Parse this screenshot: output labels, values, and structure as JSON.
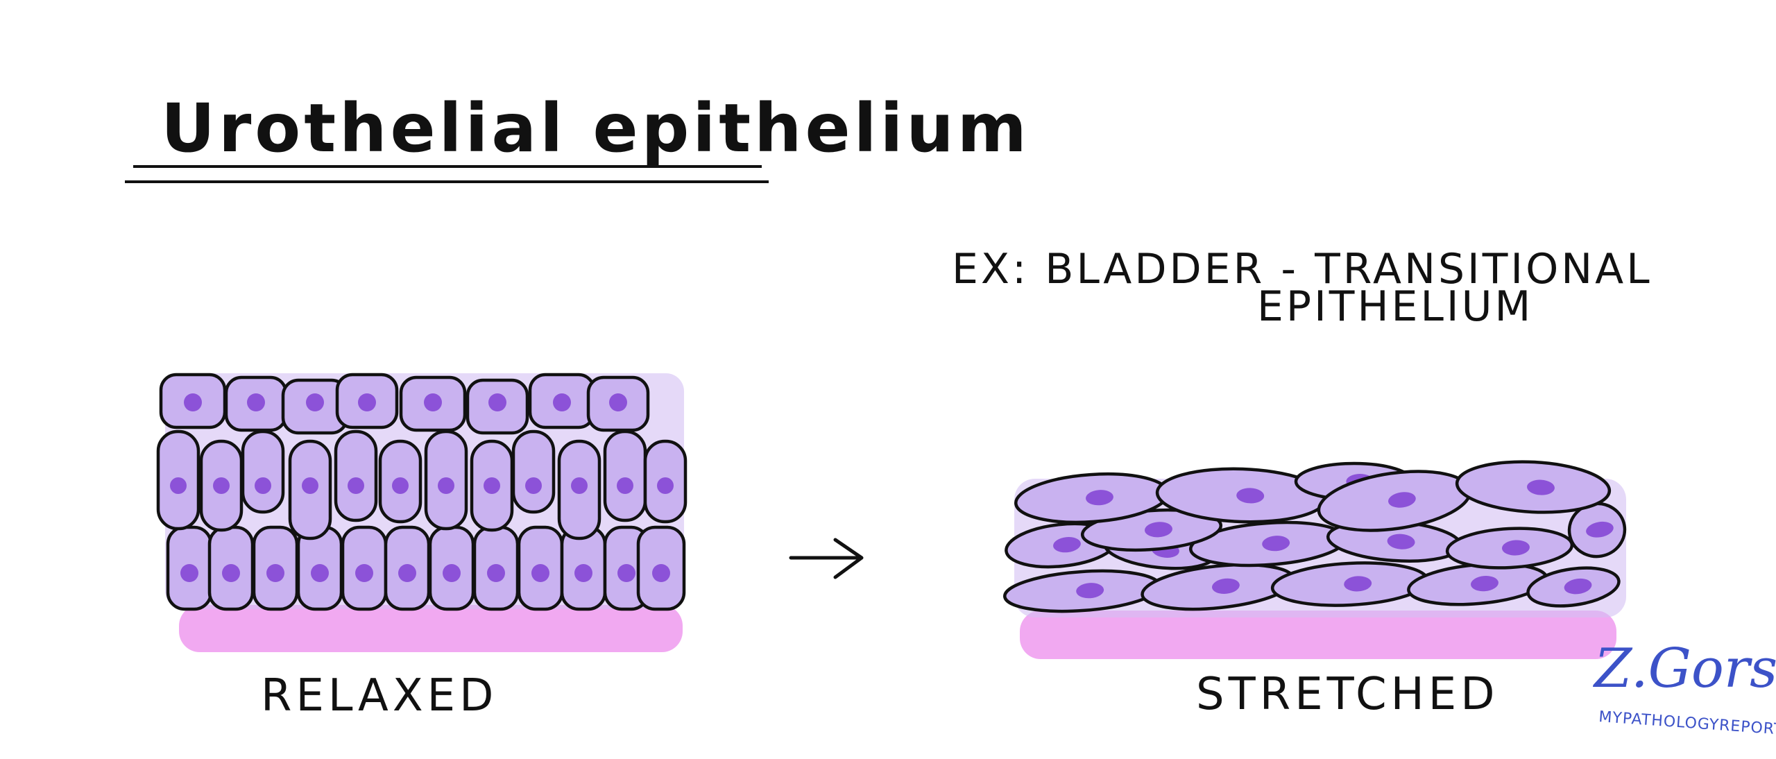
{
  "title": "Urothelial epithelium",
  "example_line1": "EX: BLADDER - TRANSITIONAL",
  "example_line2": "EPITHELIUM",
  "label_relaxed": "RELAXED",
  "label_stretched": "STRETCHED",
  "signature": "Z.Gorski",
  "website": "MYPATHOLOGYREPORT.CA",
  "colors": {
    "cell_fill": "#c9b2f0",
    "nucleus": "#8c52d8",
    "basement_membrane": "#ec8cec",
    "outline": "#111111",
    "signature": "#3c52c8"
  },
  "icons": [
    "right-arrow-icon"
  ]
}
